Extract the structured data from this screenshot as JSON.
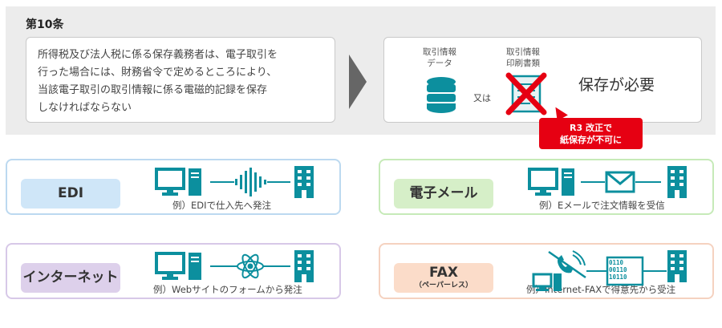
{
  "article": {
    "title": "第10条"
  },
  "provision": {
    "lines": [
      "所得税及び法人税に係る保存義務者は、電子取引を",
      "行った場合には、財務省令で定めるところにより、",
      "当該電子取引の取引情報に係る電磁的記録を保存",
      "しなければならない"
    ]
  },
  "requirement": {
    "data_label_1": "取引情報",
    "data_label_2": "データ",
    "print_label_1": "取引情報",
    "print_label_2": "印刷書類",
    "or": "又は",
    "save_required": "保存が必要"
  },
  "callout": {
    "line1": "R3 改正で",
    "line2": "紙保存が不可に"
  },
  "cards": {
    "edi": {
      "name": "EDI",
      "example": "例）EDIで仕入先へ発注"
    },
    "email": {
      "name": "電子メール",
      "example": "例）Eメールで注文情報を受信"
    },
    "internet": {
      "name": "インターネット",
      "example": "例）Webサイトのフォームから発注"
    },
    "fax": {
      "name": "FAX",
      "sub": "（ペーパーレス）",
      "example": "例）Internet-FAXで得意先から受注"
    }
  },
  "fax_binary": {
    "row1": "0110",
    "row2": "00110",
    "row3": "10110"
  },
  "colors": {
    "teal": "#0c8f9e",
    "red": "#e60012"
  },
  "icons": [
    "database-icon",
    "document-icon",
    "cross-icon",
    "computer-icon",
    "building-icon",
    "waveform-icon",
    "envelope-icon",
    "atom-icon",
    "phone-icon",
    "binary-icon"
  ]
}
